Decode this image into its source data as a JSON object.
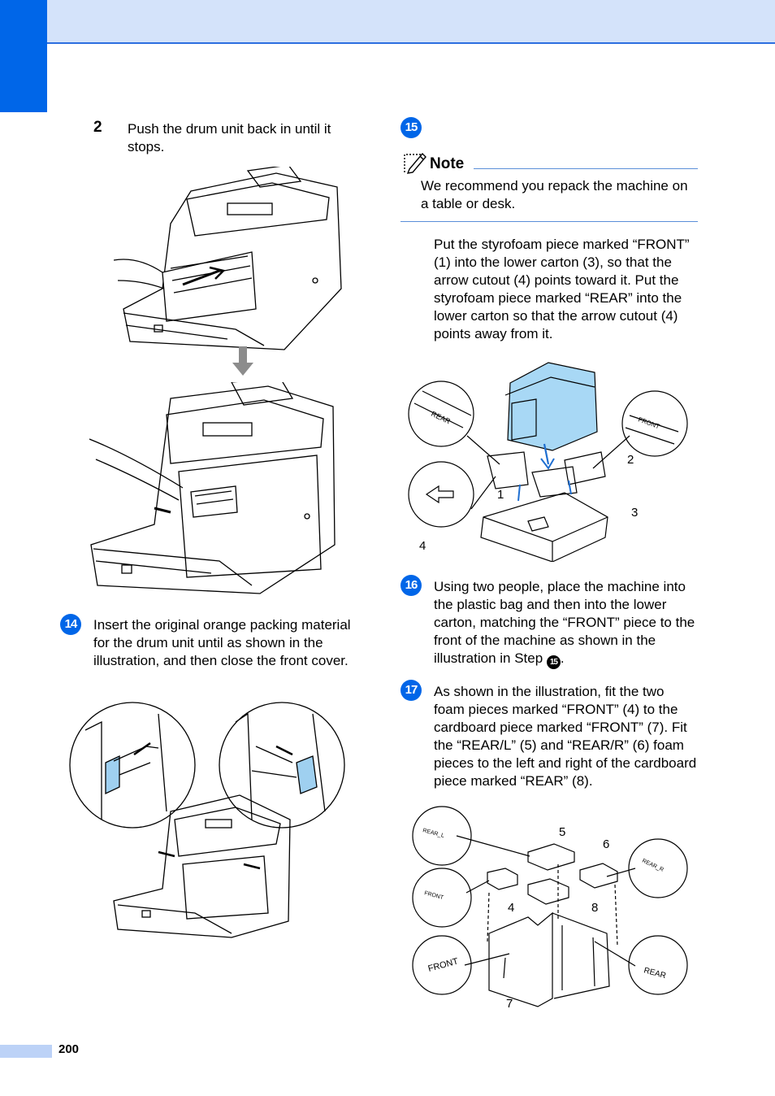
{
  "page": {
    "number": "200"
  },
  "left_column": {
    "sub_step": {
      "number": "2",
      "text": "Push the drum unit back in until it stops."
    },
    "step14": {
      "badge": "14",
      "text": "Insert the original orange packing material for the drum unit until as shown in the illustration, and then close the front cover."
    }
  },
  "right_column": {
    "step15": {
      "badge": "15",
      "note_title": "Note",
      "note_text": "We recommend you repack the machine on a table or desk.",
      "text": "Put the styrofoam piece marked “FRONT” (1) into the lower carton (3), so that the arrow cutout (4) points toward it. Put the styrofoam piece marked “REAR” into the lower carton so that the arrow cutout (4) points away from it.",
      "illustration_labels": {
        "rear": "REAR",
        "front": "FRONT",
        "c1": "1",
        "c2": "2",
        "c3": "3",
        "c4": "4"
      }
    },
    "step16": {
      "badge": "16",
      "text": "Using two people, place the machine into the plastic bag and then into the lower carton, matching the “FRONT” piece to the front of the machine as shown in the illustration in Step",
      "ref_badge": "15",
      "text_end": "."
    },
    "step17": {
      "badge": "17",
      "text": "As shown in the illustration, fit the two foam pieces marked “FRONT” (4) to the cardboard piece marked “FRONT” (7). Fit the “REAR/L” (5) and “REAR/R” (6) foam pieces to the left and right of the cardboard piece marked “REAR” (8).",
      "illustration_labels": {
        "rear_l": "REAR_L",
        "front_small": "FRONT",
        "rear_r": "REAR_R",
        "front": "FRONT",
        "rear": "REAR",
        "c4": "4",
        "c5": "5",
        "c6": "6",
        "c7": "7",
        "c8": "8"
      }
    }
  },
  "colors": {
    "accent": "#0066e8",
    "header_band": "#d4e3fa",
    "note_rule": "#5b8fd9",
    "illustration_blue": "#a8d8f5"
  }
}
